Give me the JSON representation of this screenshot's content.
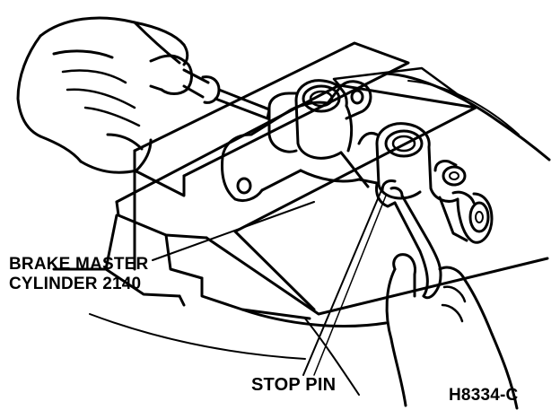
{
  "labels": {
    "part_line1": "BRAKE MASTER",
    "part_line2": "CYLINDER 2140",
    "stop_pin": "STOP PIN",
    "figure_code": "H8334-C"
  }
}
